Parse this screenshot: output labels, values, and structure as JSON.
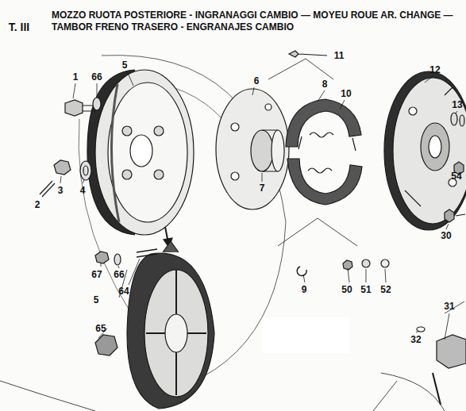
{
  "diagram": {
    "title": "MOZZO RUOTA POSTERIORE - INGRANAGGI CAMBIO — MOYEU ROUE AR. CHANGE — TAMBOR FRENO TRASERO - ENGRANAJES CAMBIO",
    "labels": [
      "T. III",
      "1",
      "66",
      "5",
      "6",
      "11",
      "8",
      "10",
      "12",
      "13",
      "3",
      "4",
      "2",
      "7",
      "54",
      "30",
      "67",
      "66",
      "64",
      "5",
      "9",
      "50",
      "51",
      "52",
      "65",
      "31",
      "32"
    ]
  }
}
